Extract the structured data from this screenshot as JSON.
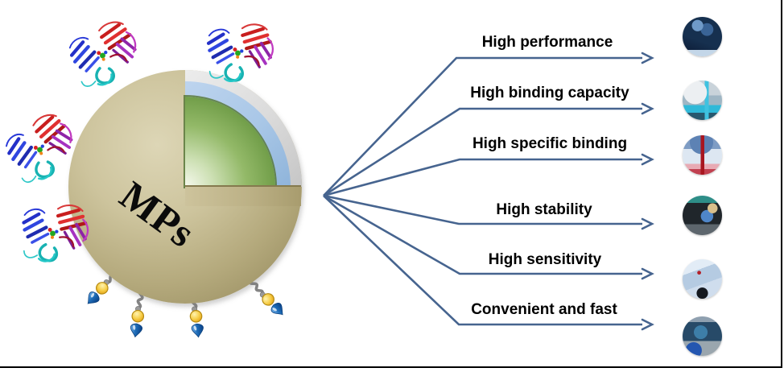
{
  "diagram": {
    "particle_label": "MPs",
    "features": [
      {
        "label": "High performance",
        "photo": "dark-blue-lab-microscope-photo"
      },
      {
        "label": "High binding capacity",
        "photo": "scientist-cyan-tubes-photo"
      },
      {
        "label": "High specific binding",
        "photo": "gloved-hand-red-tube-photo"
      },
      {
        "label": "High stability",
        "photo": "lab-instrument-gloved-hand-photo"
      },
      {
        "label": "High sensitivity",
        "photo": "light-blue-lab-equipment-photo"
      },
      {
        "label": "Convenient and fast",
        "photo": "monitor-analyzer-gloved-hand-photo"
      }
    ],
    "colors": {
      "arrow": "#46648f",
      "sphere_tan": "#beb388",
      "shell_gray": "#d9d9d9",
      "shell_blue": "#a9c7e7",
      "core_green": "#6f9c47",
      "ligand_bead_yellow": "#f2c43c",
      "ligand_cone_blue": "#1567b0",
      "label_text": "#000000"
    }
  }
}
